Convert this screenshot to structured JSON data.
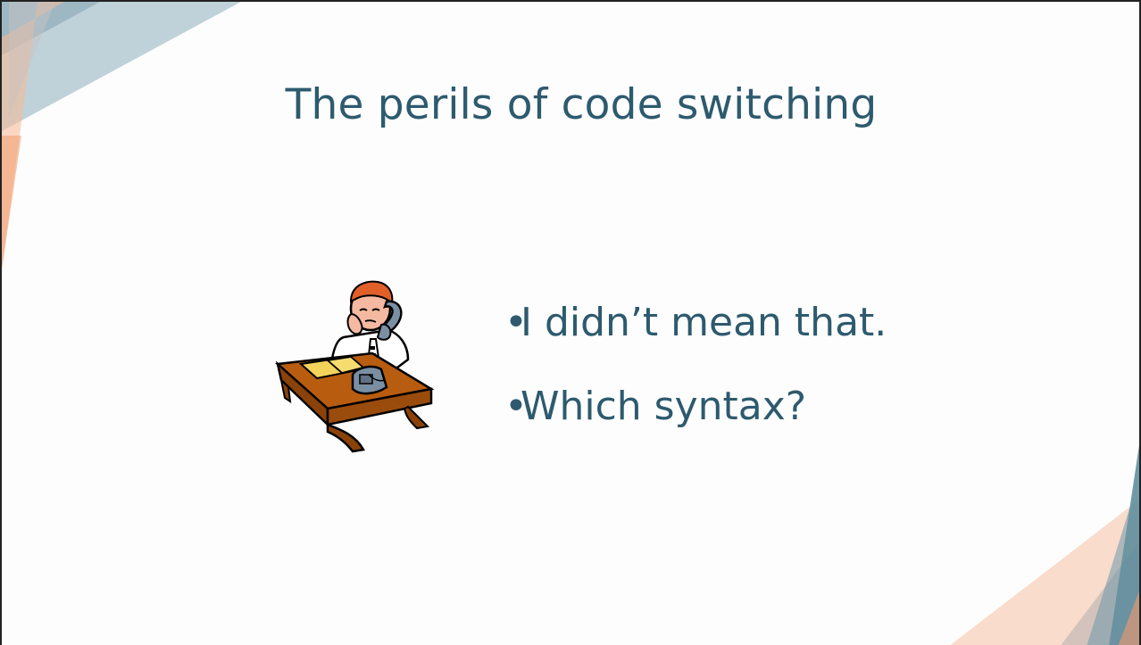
{
  "slide": {
    "title": "The perils of code switching",
    "bullets": [
      "I didn’t mean that.",
      "Which syntax?"
    ],
    "bullet_marker": "•"
  },
  "colors": {
    "title": "#2d5a6e",
    "text": "#2d5a6e",
    "accent_teal": "#3f7a8c",
    "accent_peach": "#f6b894"
  }
}
